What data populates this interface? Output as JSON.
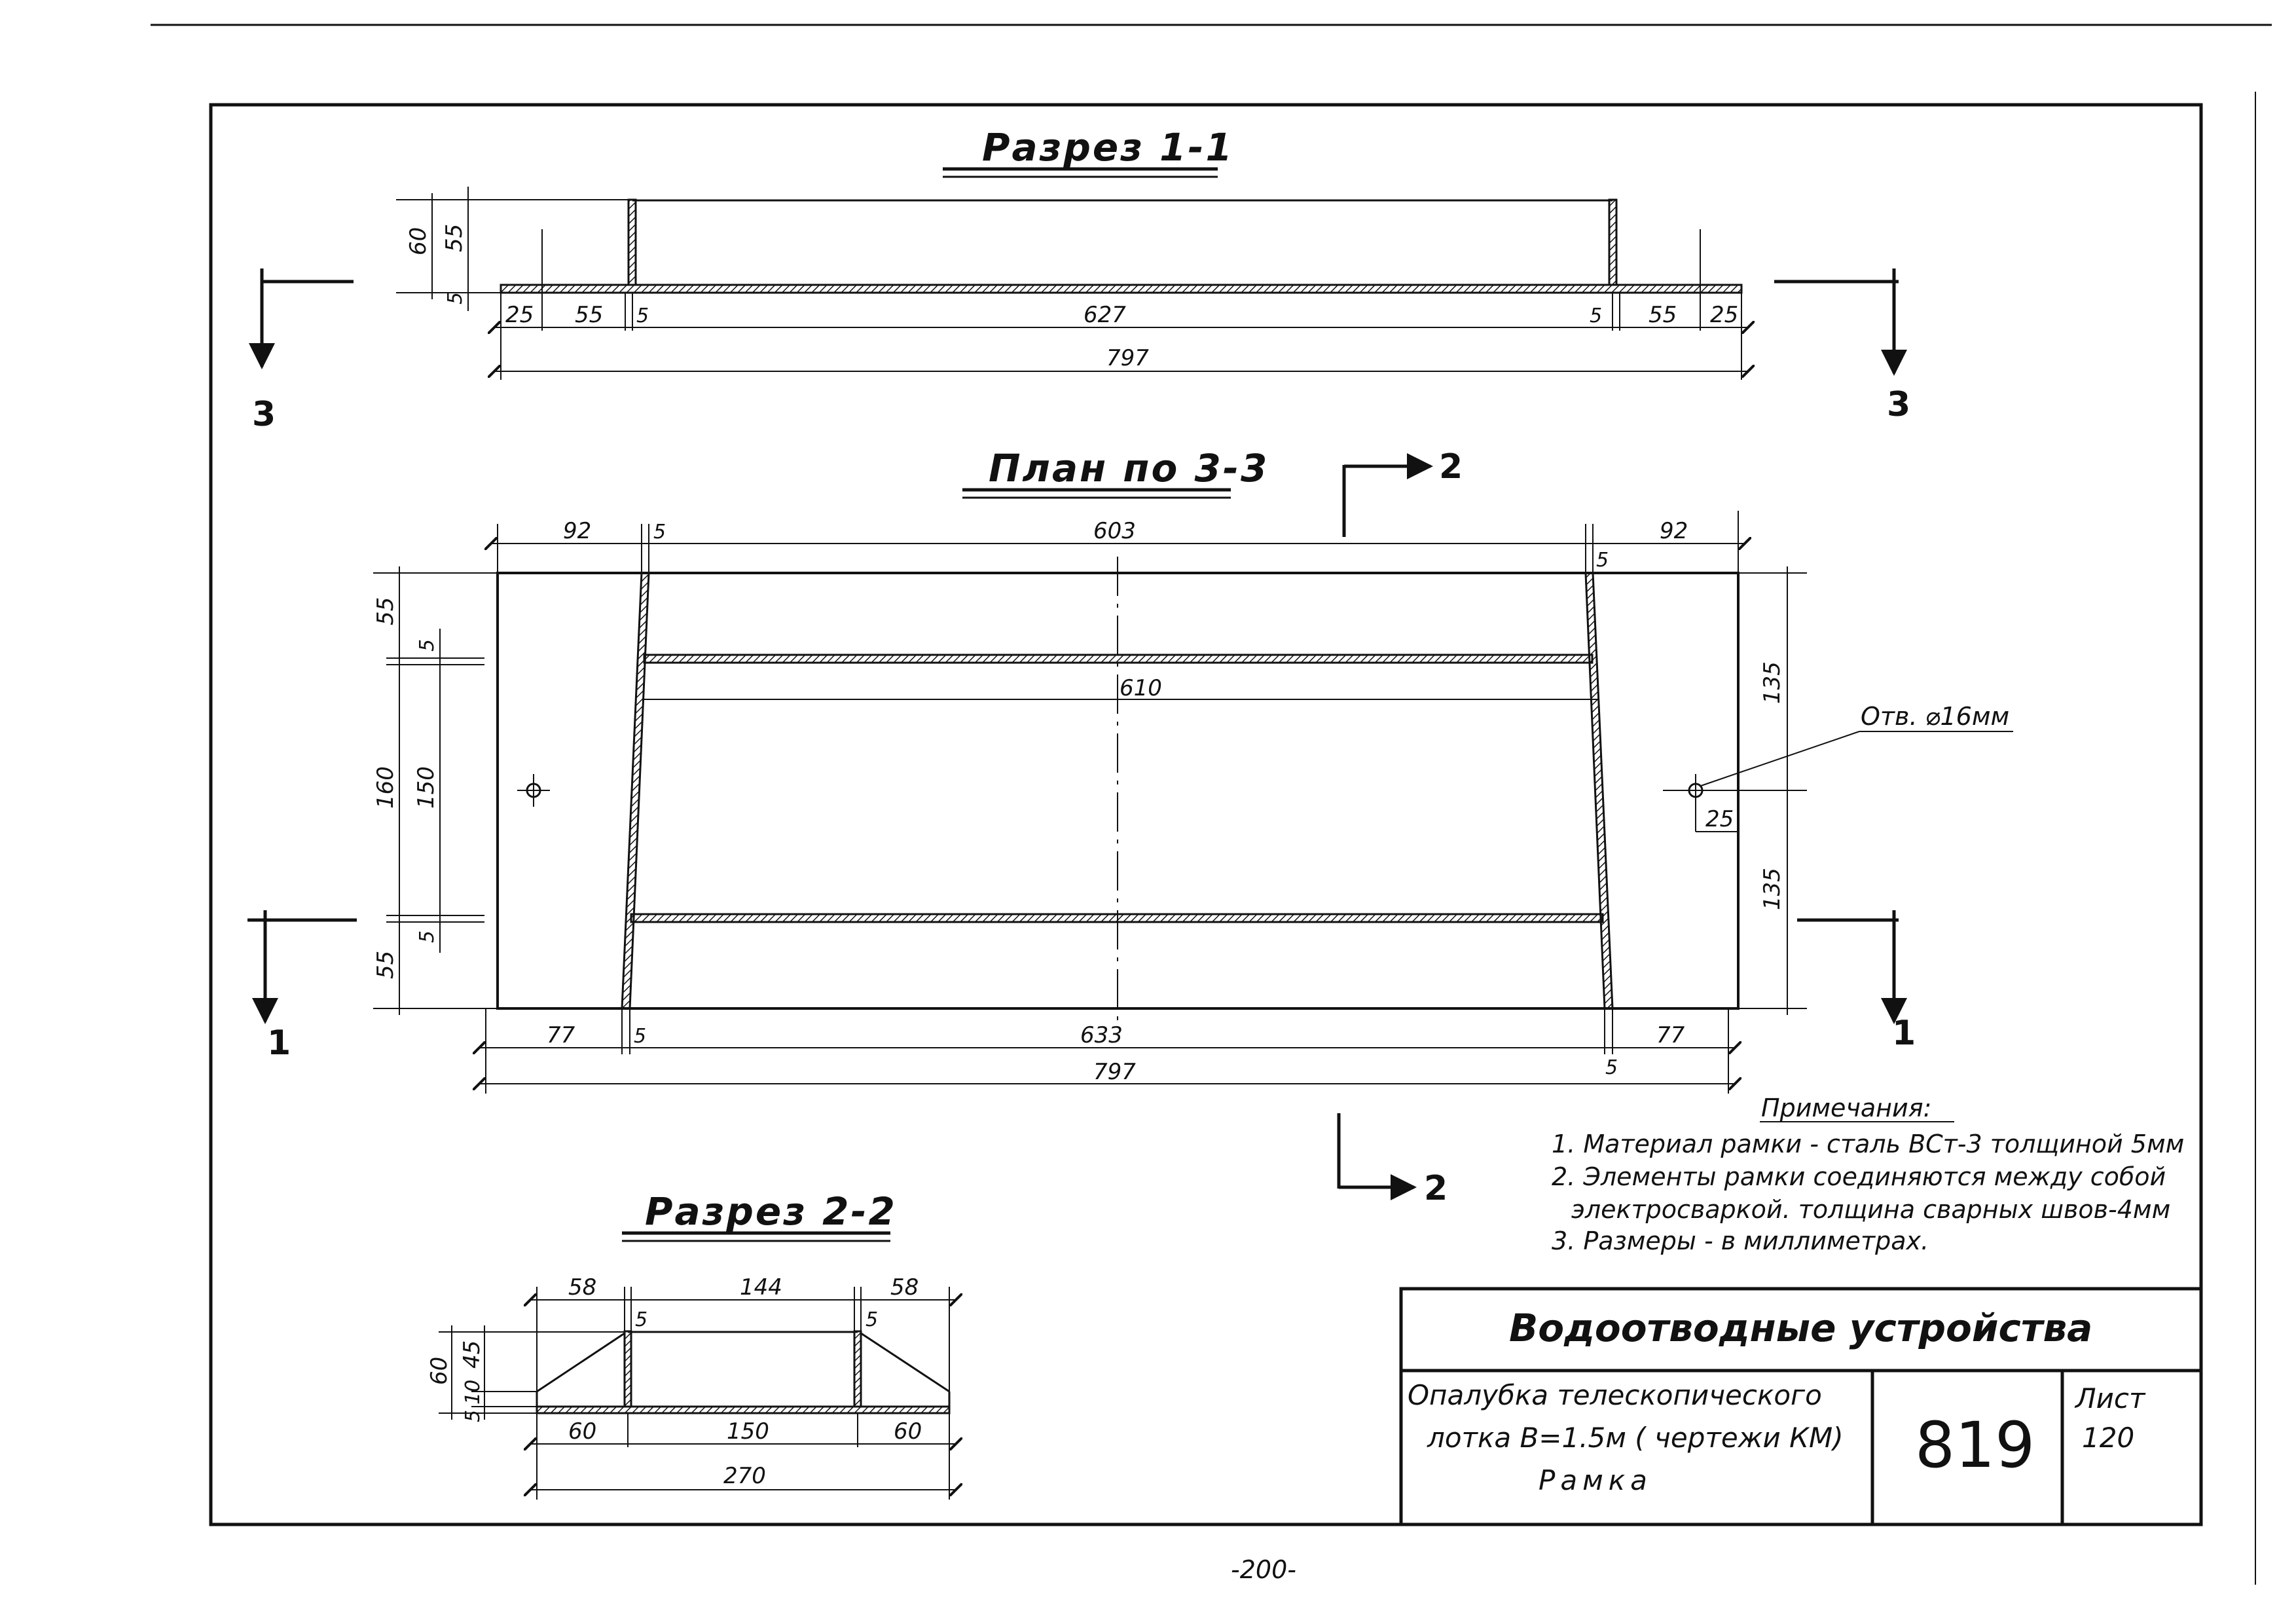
{
  "section_1_1": {
    "title": "Разрез 1-1",
    "dims": {
      "h60": "60",
      "h55": "55",
      "h5": "5",
      "d25a": "25",
      "d55a": "55",
      "d5a": "5",
      "d627": "627",
      "d5b": "5",
      "d55b": "55",
      "d25b": "25",
      "overall": "797"
    }
  },
  "plan_3_3": {
    "title": "План по 3-3",
    "top_dims": {
      "d92a": "92",
      "d5a": "5",
      "d603": "603",
      "d5b": "5",
      "d92b": "92"
    },
    "bottom_dims": {
      "d77a": "77",
      "d5a": "5",
      "d633": "633",
      "d5b": "5",
      "d77b": "77",
      "overall": "797"
    },
    "left_dims": {
      "d55a": "55",
      "d5a": "5",
      "d160": "160",
      "d150": "150",
      "d5b": "5",
      "d55b": "55"
    },
    "right_dims": {
      "d135a": "135",
      "d25": "25",
      "d135b": "135"
    },
    "inner_span": "610",
    "hole_note": "Отв. ⌀16мм"
  },
  "section_2_2": {
    "title": "Разрез 2-2",
    "top_dims": {
      "d58a": "58",
      "d144": "144",
      "d58b": "58",
      "d5a": "5",
      "d5b": "5"
    },
    "left_dims": {
      "d60": "60",
      "d45": "45",
      "d10": "10",
      "d5": "5"
    },
    "bottom_dims": {
      "d60a": "60",
      "d150": "150",
      "d60b": "60",
      "overall": "270"
    }
  },
  "cut_markers": {
    "m3_left": "3",
    "m3_right": "3",
    "m2_top": "2",
    "m2_bottom": "2",
    "m1_left": "1",
    "m1_right": "1"
  },
  "notes": {
    "heading": "Примечания:",
    "items": [
      "1. Материал рамки - сталь ВСт-3 толщиной 5мм",
      "2. Элементы рамки соединяются между собой",
      "электросваркой. толщина сварных швов-4мм",
      "3. Размеры - в миллиметрах."
    ]
  },
  "stamp": {
    "title": "Водоотводные устройства",
    "name_line1": "Опалубка телескопического",
    "name_line2": "лотка В=1.5м ( чертежи КМ)",
    "name_line3": "Рамка",
    "number": "819",
    "sheet_label": "Лист",
    "sheet_number": "120"
  },
  "page_number": "-200-"
}
